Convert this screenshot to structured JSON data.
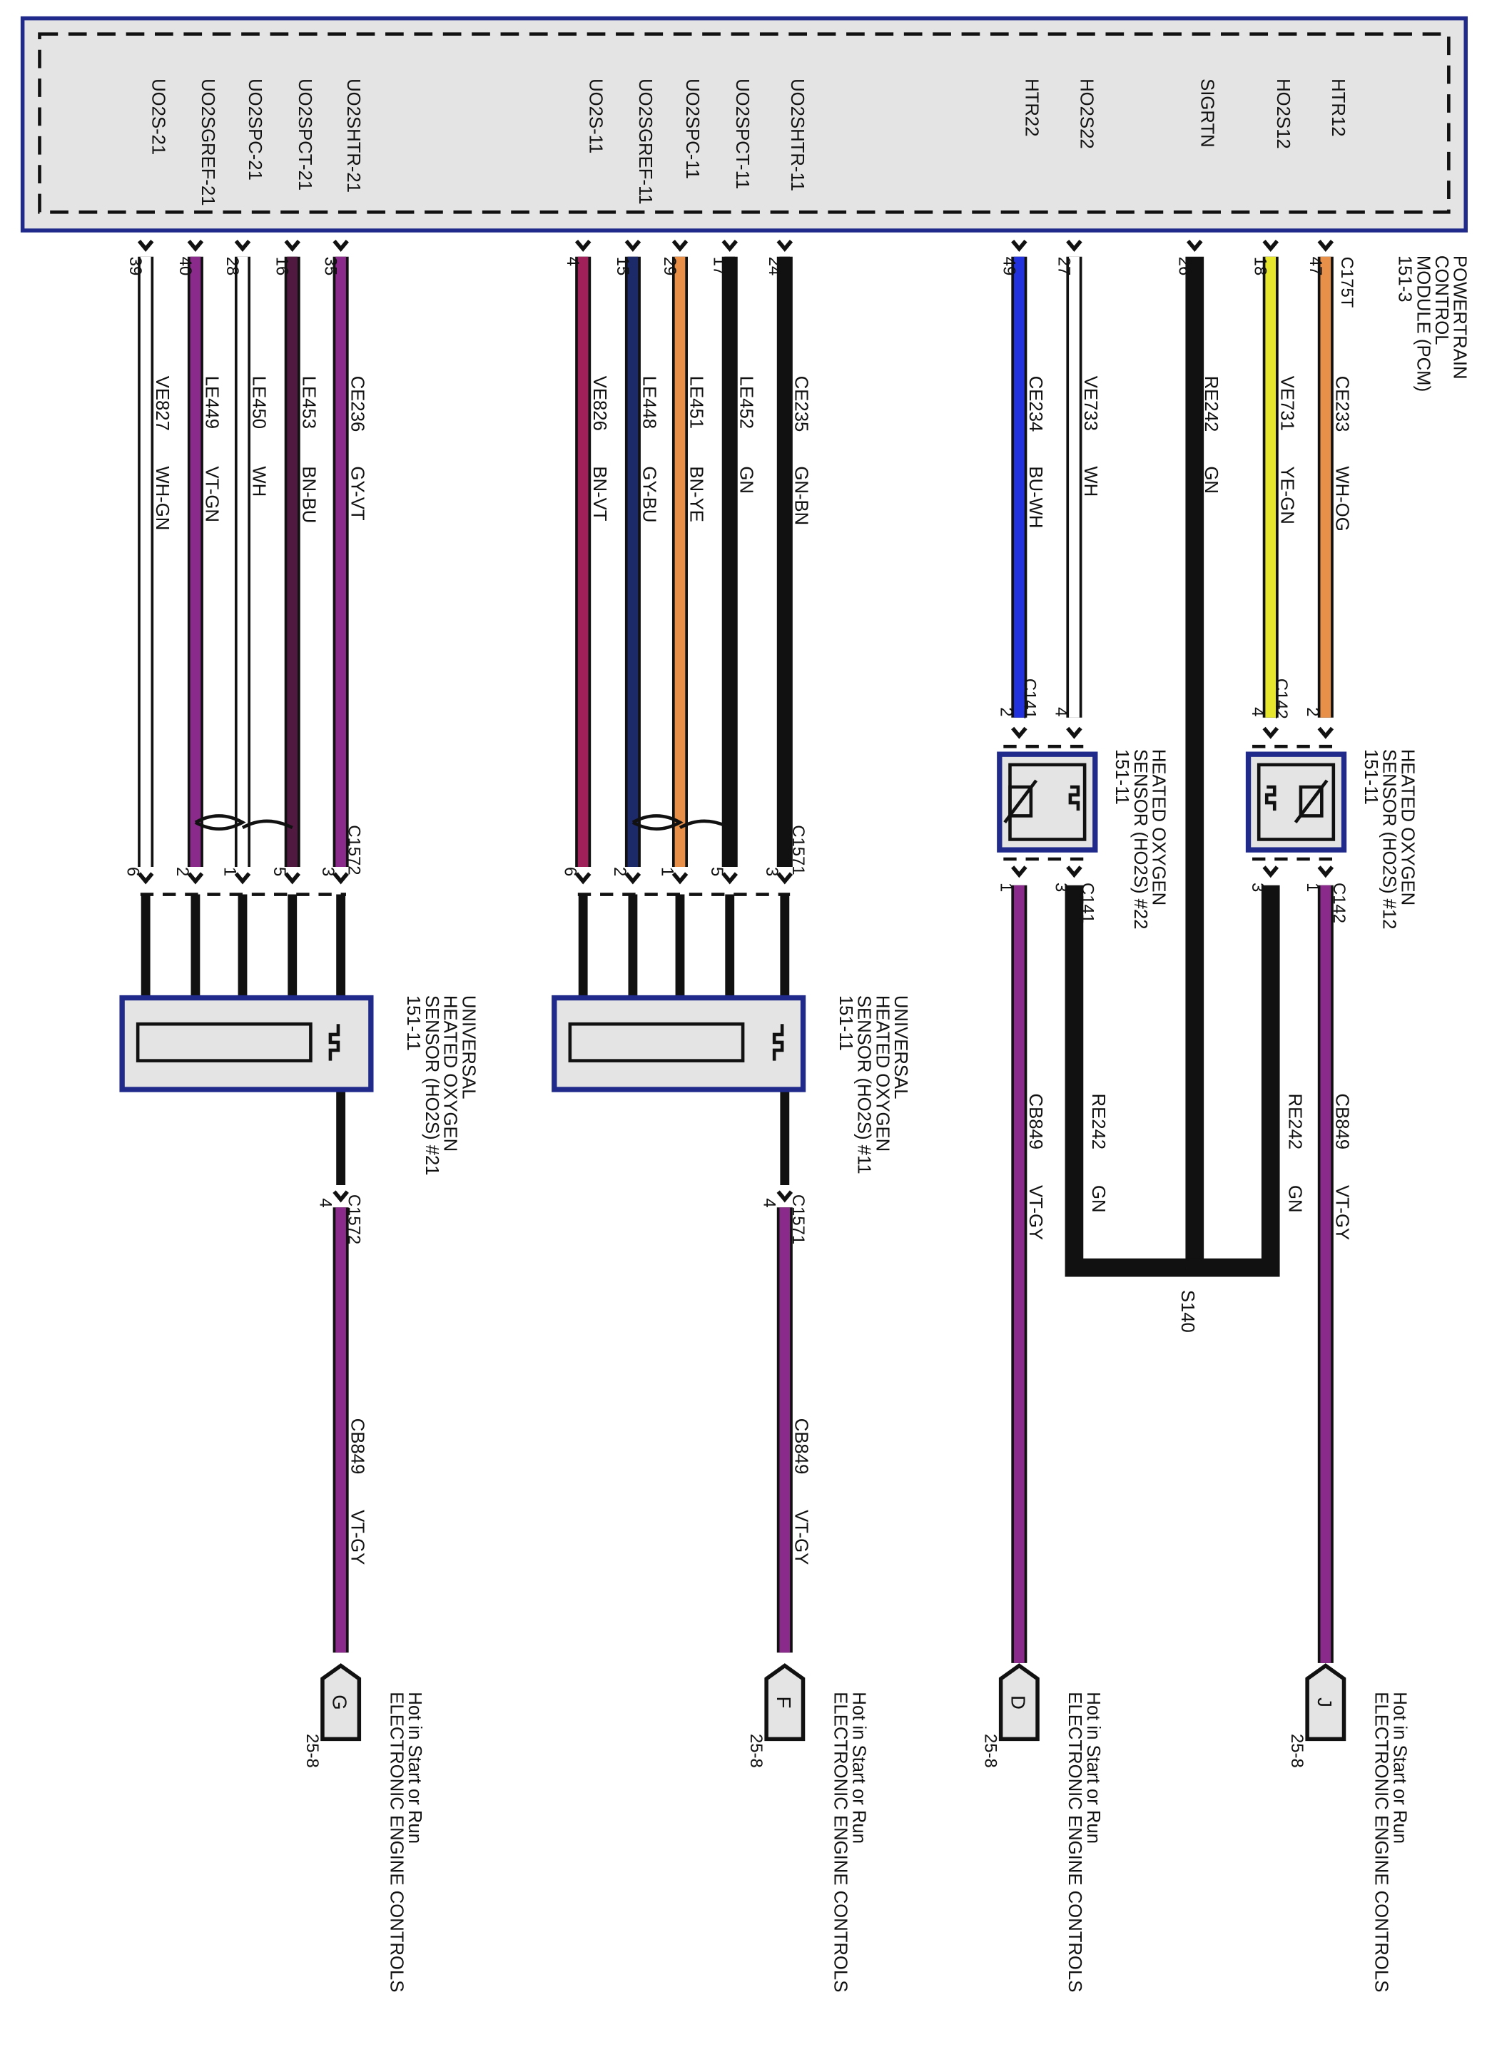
{
  "pcm": {
    "title": [
      "POWERTRAIN",
      "CONTROL",
      "MODULE (PCM)",
      "151-3"
    ],
    "connector": "C175T"
  },
  "pcm_pins": [
    {
      "signal": "HTR12",
      "pin": "47",
      "circuit": "CE233",
      "color": "WH-OG"
    },
    {
      "signal": "HO2S12",
      "pin": "18",
      "circuit": "VE731",
      "color": "YE-GN"
    },
    {
      "signal": "SIGRTN",
      "pin": "26",
      "circuit": "RE242",
      "color": "GN"
    },
    {
      "signal": "HO2S22",
      "pin": "27",
      "circuit": "VE733",
      "color": "WH"
    },
    {
      "signal": "HTR22",
      "pin": "49",
      "circuit": "CE234",
      "color": "BU-WH"
    },
    {
      "signal": "UO2SHTR-11",
      "pin": "24",
      "circuit": "CE235",
      "color": "GN-BN"
    },
    {
      "signal": "UO2SPCT-11",
      "pin": "17",
      "circuit": "LE452",
      "color": "GN"
    },
    {
      "signal": "UO2SPC-11",
      "pin": "29",
      "circuit": "LE451",
      "color": "BN-YE"
    },
    {
      "signal": "UO2SGREF-11",
      "pin": "15",
      "circuit": "LE448",
      "color": "GY-BU"
    },
    {
      "signal": "UO2S-11",
      "pin": "4",
      "circuit": "VE826",
      "color": "BN-VT"
    },
    {
      "signal": "UO2SHTR-21",
      "pin": "35",
      "circuit": "CE236",
      "color": "GY-VT"
    },
    {
      "signal": "UO2SPCT-21",
      "pin": "16",
      "circuit": "LE453",
      "color": "BN-BU"
    },
    {
      "signal": "UO2SPC-21",
      "pin": "28",
      "circuit": "LE450",
      "color": "WH"
    },
    {
      "signal": "UO2SGREF-21",
      "pin": "40",
      "circuit": "LE449",
      "color": "VT-GN"
    },
    {
      "signal": "UO2S-21",
      "pin": "39",
      "circuit": "VE827",
      "color": "WH-GN"
    }
  ],
  "sensors": {
    "ho2s12": {
      "name": [
        "HEATED OXYGEN",
        "SENSOR (HO2S) #12",
        "151-11"
      ],
      "connector": "C142",
      "pins_top": [
        "2",
        "4"
      ],
      "pins_bottom": [
        "1",
        "3"
      ]
    },
    "ho2s22": {
      "name": [
        "HEATED OXYGEN",
        "SENSOR (HO2S) #22",
        "151-11"
      ],
      "connector": "C141",
      "pins_top": [
        "4",
        "2"
      ],
      "pins_bottom": [
        "3",
        "1"
      ]
    },
    "uho2s11": {
      "name": [
        "UNIVERSAL",
        "HEATED OXYGEN",
        "SENSOR (HO2S) #11",
        "151-11"
      ],
      "connector": "C1571",
      "pins": [
        "3",
        "5",
        "1",
        "2",
        "6"
      ],
      "pwr_pin": "4"
    },
    "uho2s21": {
      "name": [
        "UNIVERSAL",
        "HEATED OXYGEN",
        "SENSOR (HO2S) #21",
        "151-11"
      ],
      "connector": "C1572",
      "pins": [
        "3",
        "5",
        "1",
        "2",
        "6"
      ],
      "pwr_pin": "4"
    }
  },
  "ground": {
    "circuit": "RE242",
    "color": "GN",
    "splice": "S140"
  },
  "power_feeds": [
    {
      "circuit": "CB849",
      "color": "VT-GY",
      "letter": "J",
      "note": [
        "Hot in Start or Run",
        "ELECTRONIC ENGINE CONTROLS"
      ],
      "ref": "25-8"
    },
    {
      "circuit": "CB849",
      "color": "VT-GY",
      "letter": "D",
      "note": [
        "Hot in Start or Run",
        "ELECTRONIC ENGINE CONTROLS"
      ],
      "ref": "25-8"
    },
    {
      "circuit": "CB849",
      "color": "VT-GY",
      "letter": "F",
      "note": [
        "Hot in Start or Run",
        "ELECTRONIC ENGINE CONTROLS"
      ],
      "ref": "25-8"
    },
    {
      "circuit": "CB849",
      "color": "VT-GY",
      "letter": "G",
      "note": [
        "Hot in Start or Run",
        "ELECTRONIC ENGINE CONTROLS"
      ],
      "ref": "25-8"
    }
  ],
  "colors": {
    "violet": "#8a2a8a",
    "blue": "#2233dd",
    "yellow": "#e6e62e",
    "orange": "#e8904a",
    "brown": "#7a3030",
    "black": "#111111",
    "white": "#ffffff",
    "box_fill": "#e4e4e4",
    "box_border": "#1f2a8a"
  }
}
